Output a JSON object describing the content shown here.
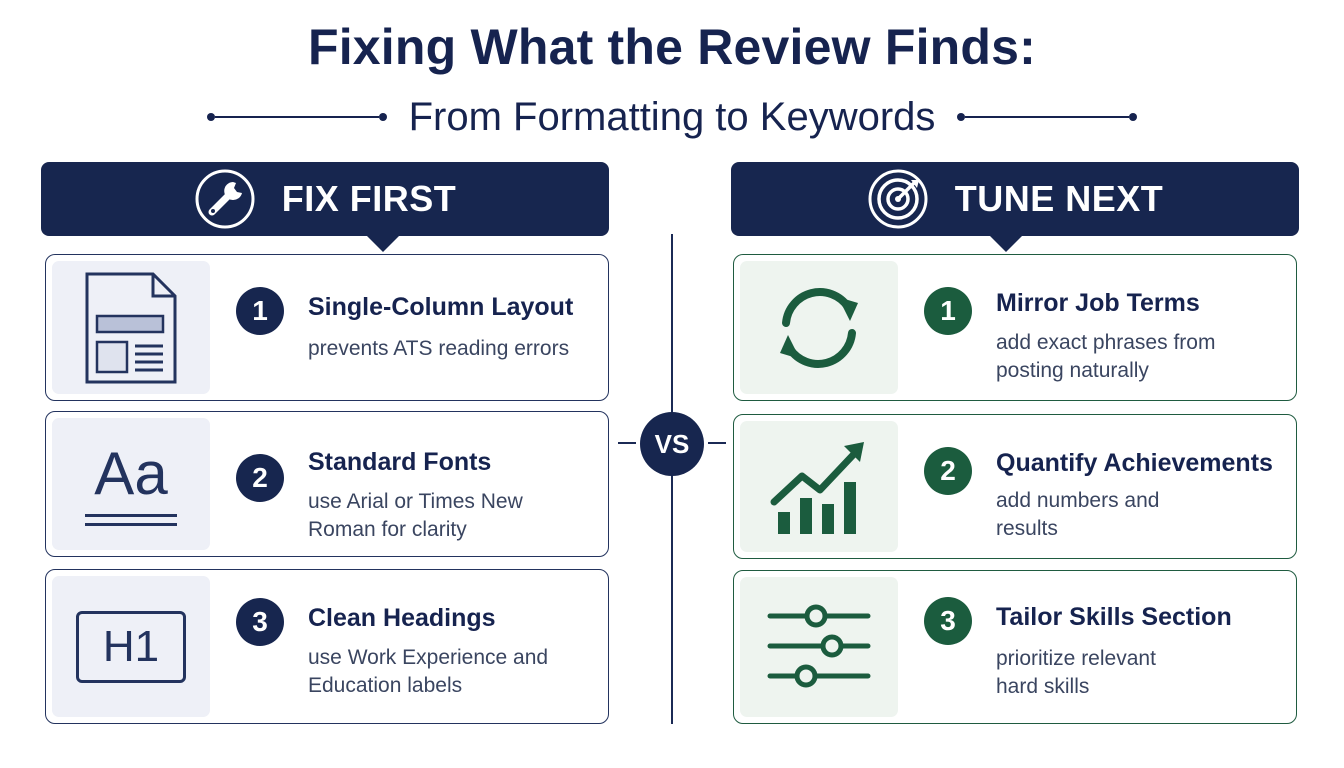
{
  "title": "Fixing What the Review Finds:",
  "subtitle": "From Formatting to Keywords",
  "vs_label": "VS",
  "colors": {
    "navy": "#17264f",
    "green": "#1b5c3e",
    "navy_tint": "#eef0f7",
    "green_tint": "#eef4ef"
  },
  "left_panel": {
    "header": "FIX FIRST",
    "header_icon": "wrench-icon",
    "items": [
      {
        "number": "1",
        "title": "Single-Column Layout",
        "description": "prevents ATS reading errors",
        "icon": "document-layout-icon"
      },
      {
        "number": "2",
        "title": "Standard Fonts",
        "description": "use Arial or Times New Roman for clarity",
        "icon": "font-aa-icon",
        "icon_text": "Aa"
      },
      {
        "number": "3",
        "title": "Clean Headings",
        "description": "use Work Experience and Education labels",
        "icon": "heading-h1-icon",
        "icon_text": "H1"
      }
    ]
  },
  "right_panel": {
    "header": "TUNE NEXT",
    "header_icon": "target-icon",
    "items": [
      {
        "number": "1",
        "title": "Mirror Job Terms",
        "description": "add exact phrases from posting naturally",
        "icon": "sync-arrows-icon"
      },
      {
        "number": "2",
        "title": "Quantify Achievements",
        "description": "add numbers and results",
        "icon": "growth-chart-icon"
      },
      {
        "number": "3",
        "title": "Tailor Skills Section",
        "description": "prioritize relevant hard skills",
        "icon": "sliders-icon"
      }
    ]
  }
}
